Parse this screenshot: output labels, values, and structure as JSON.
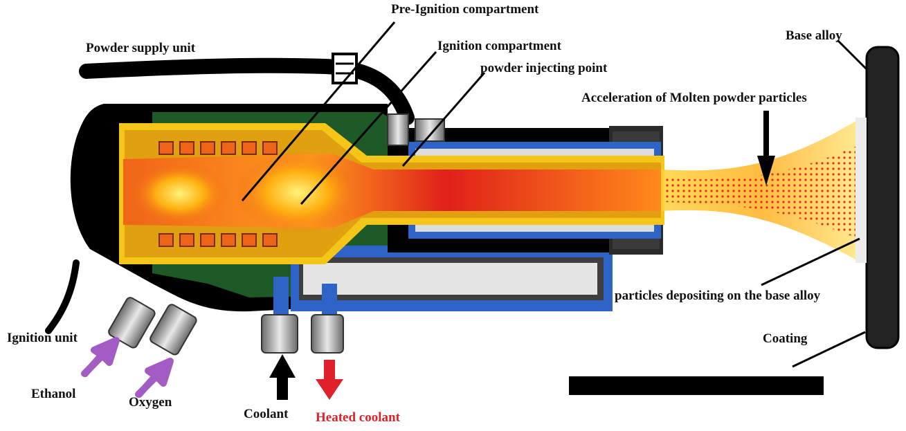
{
  "labels": {
    "pre_ignition": "Pre-Ignition compartment",
    "powder_supply": "Powder supply unit",
    "ignition_compartment": "Ignition compartment",
    "powder_injecting": "powder injecting point",
    "base_alloy": "Base alloy",
    "acceleration": "Acceleration of Molten powder particles",
    "depositing": "particles depositing on the base alloy",
    "coating": "Coating",
    "ignition_unit": "Ignition unit",
    "ethanol": "Ethanol",
    "oxygen": "Oxygen",
    "coolant": "Coolant",
    "heated_coolant": "Heated coolant"
  },
  "colors": {
    "body": "#000000",
    "housing_green": "#1e5a28",
    "coolant_blue": "#2e64c8",
    "gun_yellow": "#f5c518",
    "flame_orange": "#f06418",
    "flame_red": "#e0201a",
    "arrow_purple": "#a35cc4",
    "arrow_red": "#e0202a",
    "fitting_gray": "#9a9a9a"
  }
}
